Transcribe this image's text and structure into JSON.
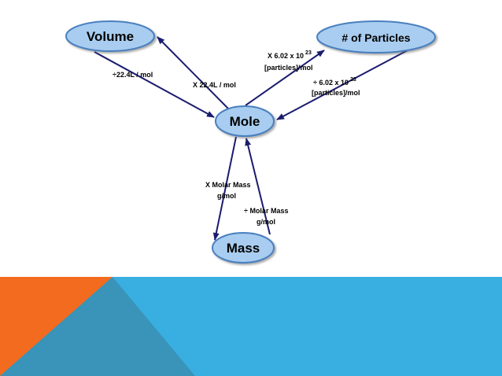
{
  "nodes": {
    "volume": "Volume",
    "particles": "# of Particles",
    "mole": "Mole",
    "mass": "Mass"
  },
  "edges": {
    "volume_to_mole": "÷22.4L / mol",
    "mole_to_volume": "X 22.4L / mol",
    "mole_to_particles": {
      "line1": "X 6.02 x 10",
      "exponent": "23",
      "line2": "[particles]/mol"
    },
    "particles_to_mole": {
      "line1": "÷ 6.02 x 10",
      "exponent": "23",
      "line2": "[particles]/mol"
    },
    "mole_to_mass": {
      "line1": "X Molar Mass",
      "line2": "g/mol"
    },
    "mass_to_mole": {
      "line1": "÷ Molar Mass",
      "line2": "g/mol"
    }
  },
  "colors": {
    "node_fill": "#a9cdf0",
    "node_stroke": "#4a80bf",
    "arrow": "#1b1c6e",
    "band_blue": "#39aee0",
    "band_orange": "#f26b1f",
    "band_steel": "#3a93b8"
  }
}
